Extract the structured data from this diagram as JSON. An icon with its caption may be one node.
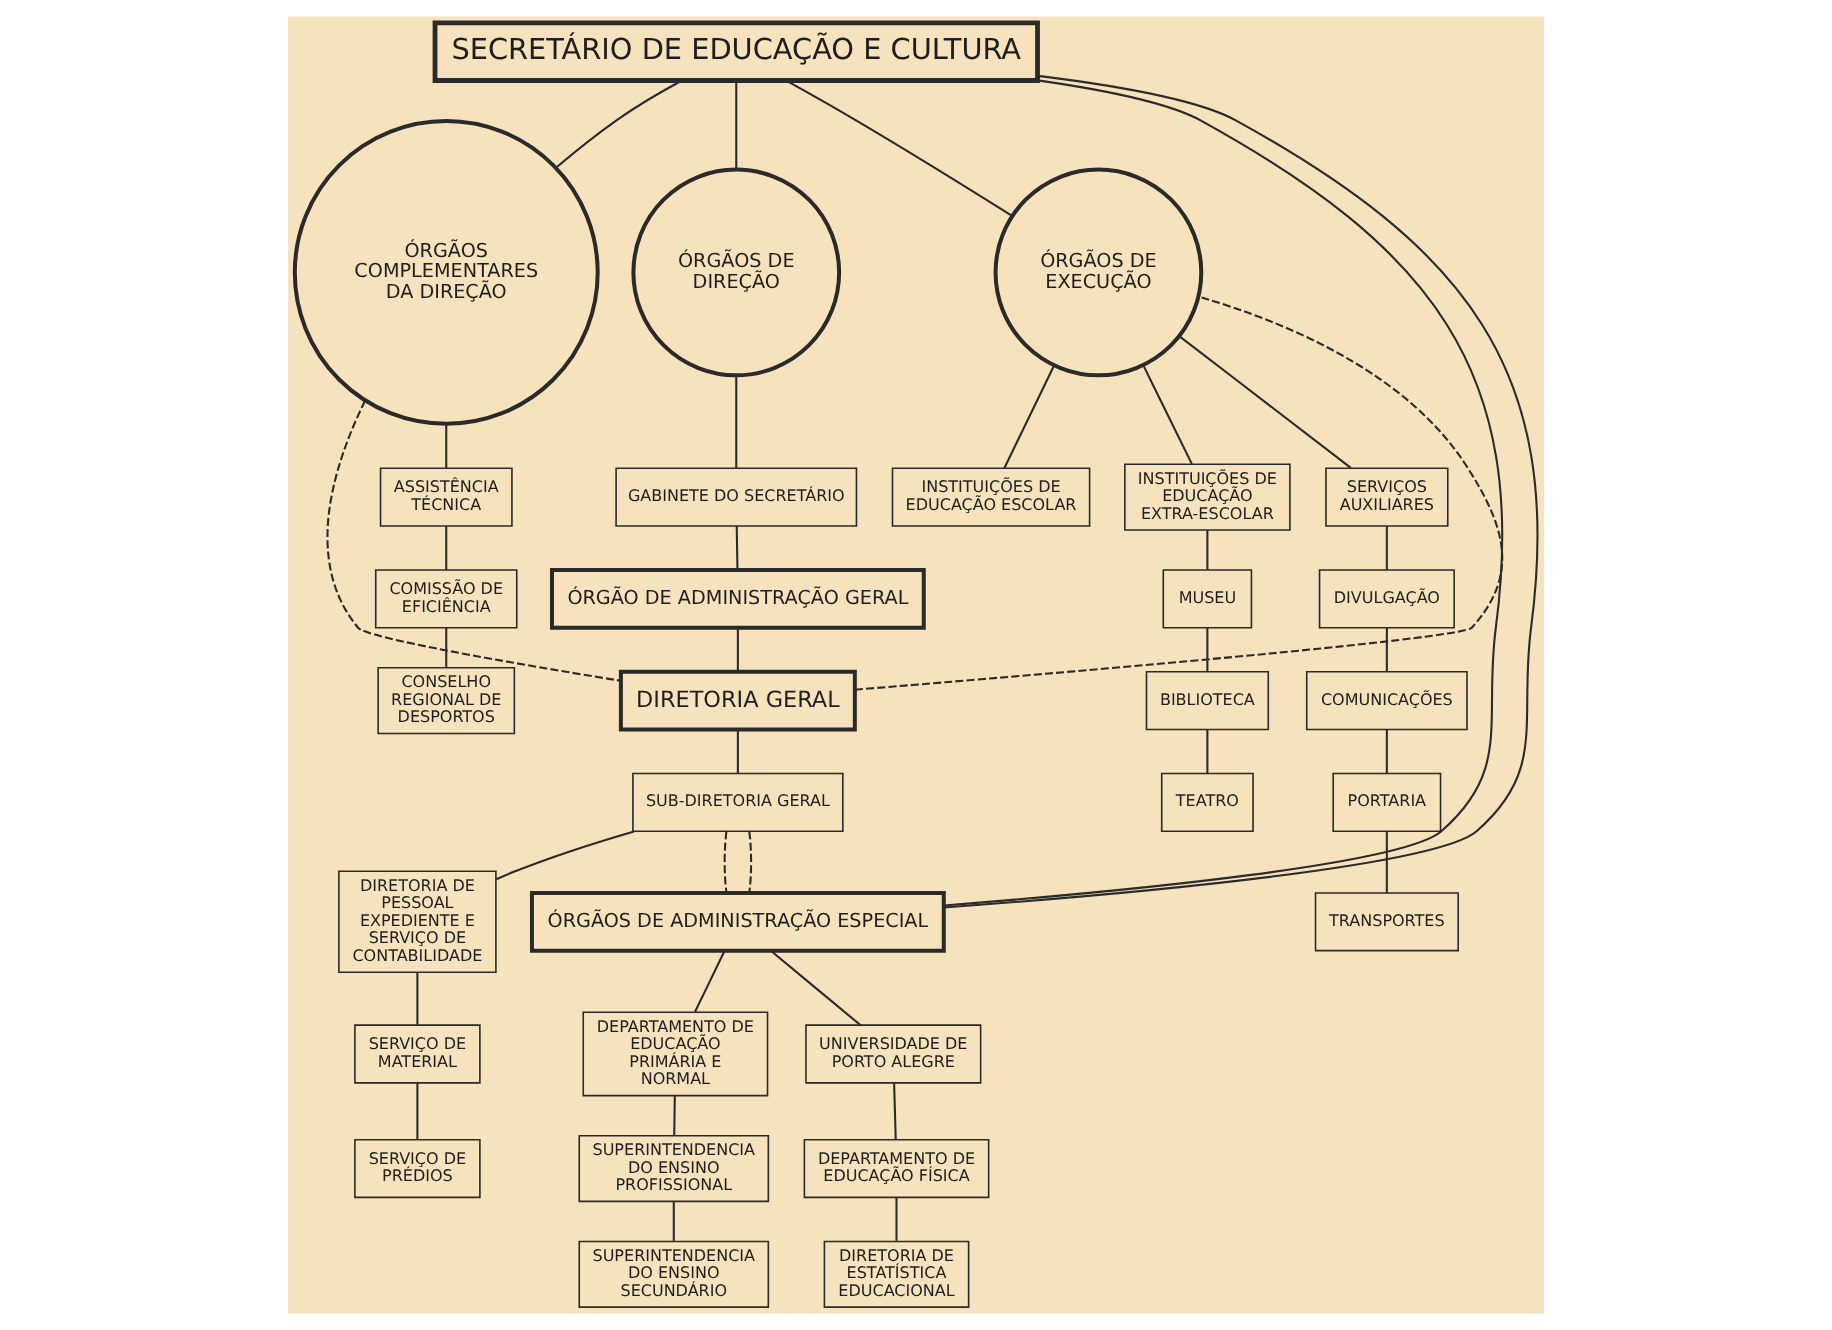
{
  "diagram": {
    "nodes": [
      {
        "text": [
          "SECRETÁRIO DE EDUCAÇÃO E CULTURA"
        ]
      },
      {
        "text": [
          "ÓRGÃOS COMPLEMENTARES DA DIREÇÃO"
        ]
      },
      {
        "text": [
          "ÓRGÃOS DE DIREÇÃO"
        ]
      },
      {
        "text": [
          "ÓRGÃOS DE EXECUÇÃO"
        ]
      },
      {
        "text": [
          "GABINETE DO SECRETÁRIO"
        ]
      },
      {
        "text": [
          "ÓRGÃO DE ADMINISTRAÇÃO GERAL"
        ]
      },
      {
        "text": [
          "DIRETORIA GERAL"
        ]
      },
      {
        "text": [
          "SUB-DIRETORIA GERAL"
        ]
      },
      {
        "text": [
          "DIRETORIA DE PESSOAL EXPEDIENTE E SERVIÇO DE CONTABILIDADE"
        ]
      },
      {
        "text": [
          "SERVIÇO DE MATERIAL"
        ]
      },
      {
        "text": [
          "SERVIÇO DE PRÉDIOS"
        ]
      },
      {
        "text": [
          "ÓRGÃOS DE ADMINISTRAÇÃO ESPECIAL"
        ]
      },
      {
        "text": [
          "DEPARTAMENTO DE EDUCAÇÃO PRIMÁRIA E NORMAL"
        ]
      },
      {
        "text": [
          "SUPERINTENDENCIA DO ENSINO PROFISSIONAL"
        ]
      },
      {
        "text": [
          "SUPERINTENDENCIA DO ENSINO SECUNDÁRIO"
        ]
      },
      {
        "text": [
          "UNIVERSIDADE DE PORTO ALEGRE"
        ]
      },
      {
        "text": [
          "DEPARTAMENTO DE EDUCAÇÃO FÍSICA"
        ]
      },
      {
        "text": [
          "DIRETORIA DE ESTATÍSTICA EDUCACIONAL"
        ]
      },
      {
        "text": [
          "ASSISTÊNCIA TÉCNICA"
        ]
      },
      {
        "text": [
          "COMISSÃO DE EFICIÊNCIA"
        ]
      },
      {
        "text": [
          "CONSELHO REGIONAL DE DESPORTOS"
        ]
      },
      {
        "text": [
          "INSTITUIÇÕES DE EDUCAÇÃO ESCOLAR"
        ]
      },
      {
        "text": [
          "INSTITUIÇÕES DE EDUCAÇÃO EXTRA-ESCOLAR"
        ]
      },
      {
        "text": [
          "SERVIÇOS AUXILIARES"
        ]
      },
      {
        "text": [
          "MUSEU"
        ]
      },
      {
        "text": [
          "BIBLIOTECA"
        ]
      },
      {
        "text": [
          "TEATRO"
        ]
      },
      {
        "text": [
          "DIVULGAÇÃO"
        ]
      },
      {
        "text": [
          "COMUNICAÇÕES"
        ]
      },
      {
        "text": [
          "PORTARIA"
        ]
      },
      {
        "text": [
          "TRANSPORTES"
        ]
      }
    ],
    "edges": [
      {
        "from": 0,
        "to": 1,
        "arrow": "none"
      },
      {
        "from": 0,
        "to": 2,
        "arrow": "none"
      },
      {
        "from": 0,
        "to": 3,
        "arrow": "none"
      },
      {
        "from": 2,
        "to": 4,
        "arrow": "none"
      },
      {
        "from": 4,
        "to": 5,
        "arrow": "none"
      },
      {
        "from": 5,
        "to": 6,
        "arrow": "none"
      },
      {
        "from": 6,
        "to": 7,
        "arrow": "none"
      },
      {
        "from": 7,
        "to": 8,
        "arrow": "none"
      },
      {
        "from": 8,
        "to": 9,
        "arrow": "none"
      },
      {
        "from": 9,
        "to": 10,
        "arrow": "none"
      },
      {
        "from": 1,
        "to": 6,
        "arrow": "none",
        "style": "dashed"
      },
      {
        "from": 6,
        "to": 3,
        "arrow": "none",
        "style": "dashed"
      },
      {
        "from": 7,
        "to": 11,
        "arrow": "none",
        "style": "dashed"
      },
      {
        "from": 7,
        "to": 11,
        "arrow": "none",
        "style": "dashed"
      },
      {
        "from": 0,
        "to": 11,
        "arrow": "none"
      },
      {
        "from": 0,
        "to": 11,
        "arrow": "none"
      },
      {
        "from": 11,
        "to": 12,
        "arrow": "none"
      },
      {
        "from": 12,
        "to": 13,
        "arrow": "none"
      },
      {
        "from": 13,
        "to": 14,
        "arrow": "none"
      },
      {
        "from": 11,
        "to": 15,
        "arrow": "none"
      },
      {
        "from": 15,
        "to": 16,
        "arrow": "none"
      },
      {
        "from": 16,
        "to": 17,
        "arrow": "none"
      },
      {
        "from": 1,
        "to": 18,
        "arrow": "none"
      },
      {
        "from": 18,
        "to": 19,
        "arrow": "none"
      },
      {
        "from": 19,
        "to": 20,
        "arrow": "none"
      },
      {
        "from": 3,
        "to": 21,
        "arrow": "none"
      },
      {
        "from": 3,
        "to": 22,
        "arrow": "none"
      },
      {
        "from": 3,
        "to": 23,
        "arrow": "none"
      },
      {
        "from": 22,
        "to": 24,
        "arrow": "none"
      },
      {
        "from": 24,
        "to": 25,
        "arrow": "none"
      },
      {
        "from": 25,
        "to": 26,
        "arrow": "none"
      },
      {
        "from": 23,
        "to": 27,
        "arrow": "none"
      },
      {
        "from": 27,
        "to": 28,
        "arrow": "none"
      },
      {
        "from": 28,
        "to": 29,
        "arrow": "none"
      },
      {
        "from": 29,
        "to": 30,
        "arrow": "none"
      }
    ]
  }
}
